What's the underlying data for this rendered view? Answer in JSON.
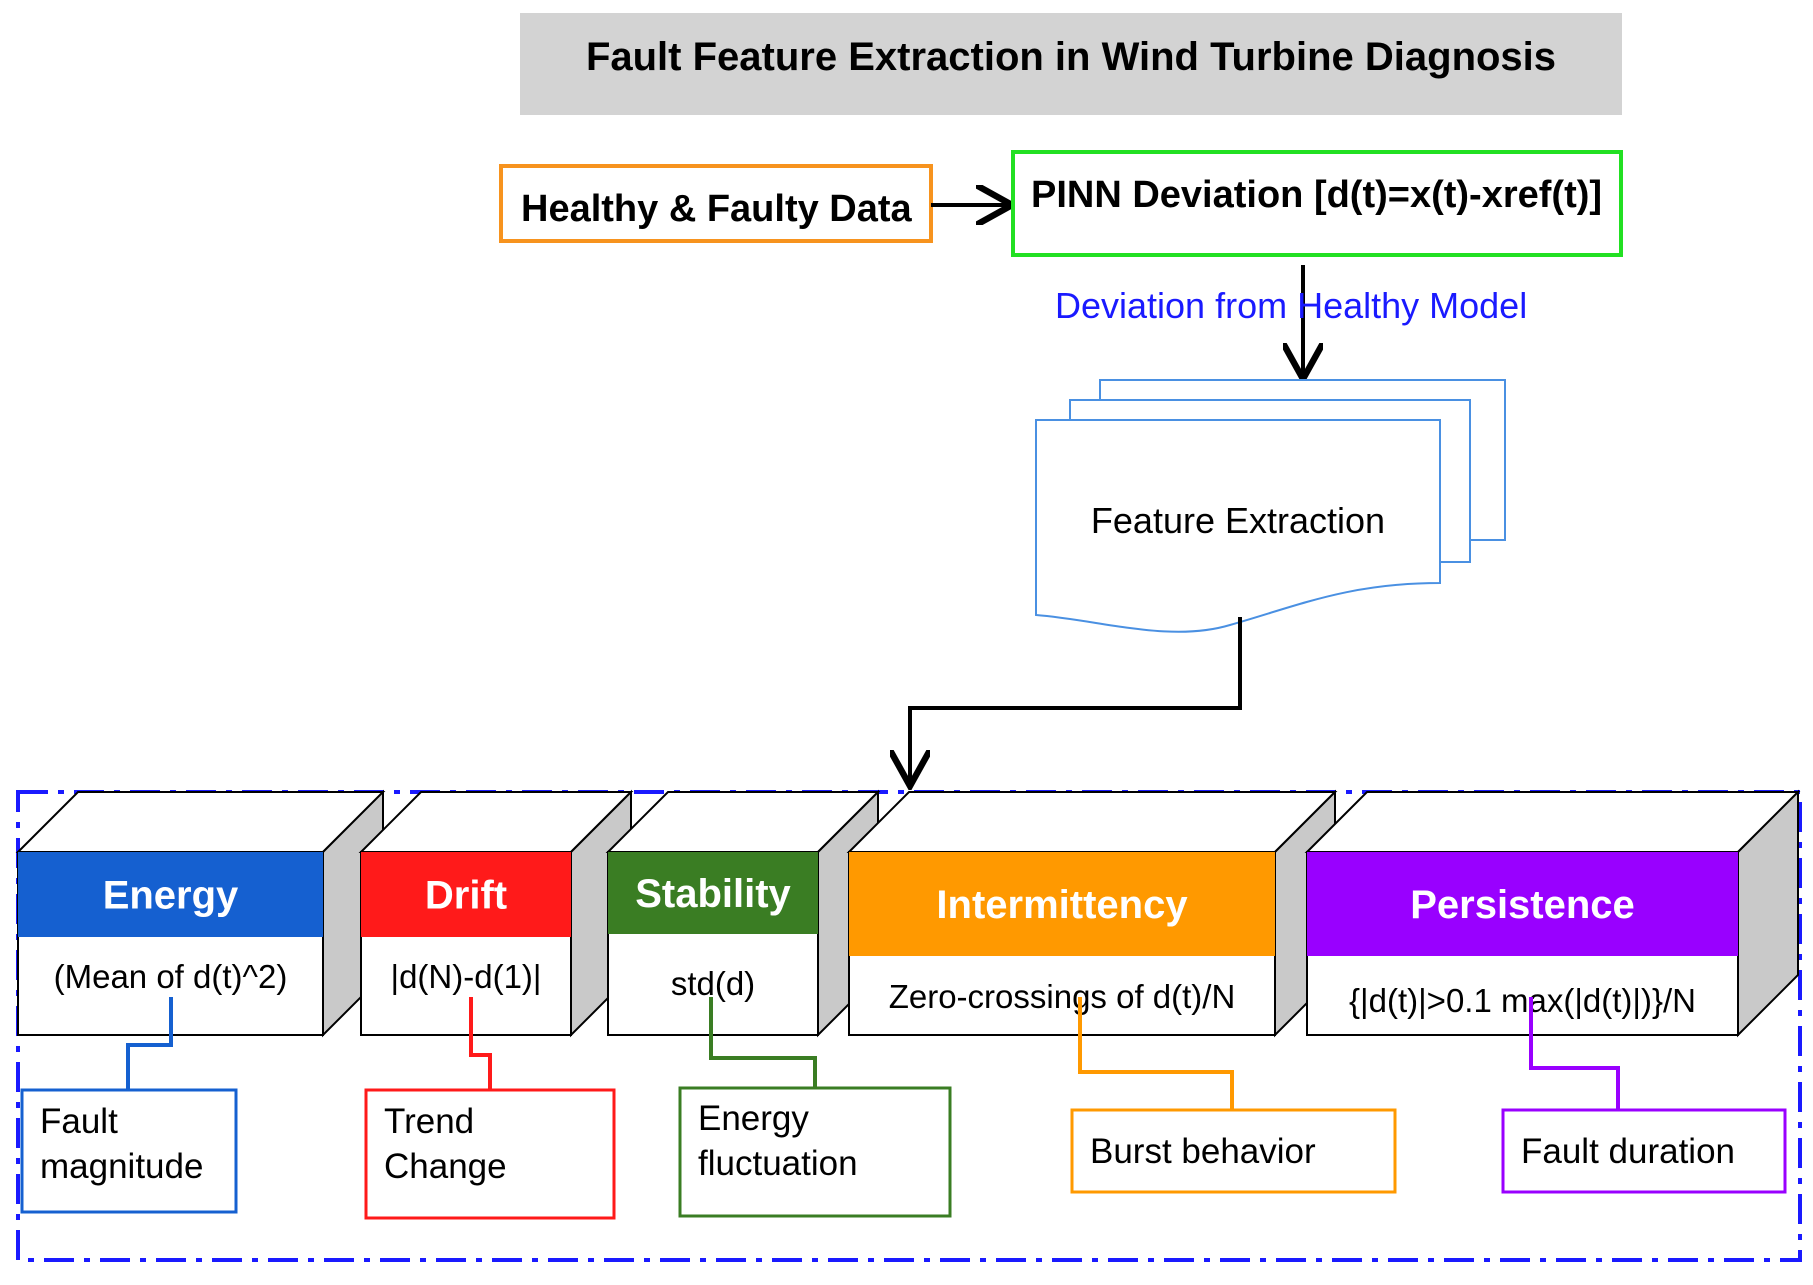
{
  "title": "Fault Feature Extraction in Wind Turbine Diagnosis",
  "input_box": {
    "label": "Healthy & Faulty Data",
    "color": "#f7931e"
  },
  "pinn_box": {
    "label": "PINN Deviation [d(t)=x(t)-xref(t)]",
    "color": "#22e022"
  },
  "edge_label": {
    "text": "Deviation from Healthy Model",
    "color": "#1a1aff"
  },
  "feature_doc": {
    "label": "Feature Extraction",
    "color": "#4a90e2"
  },
  "group_border_color": "#1a1aff",
  "features": [
    {
      "id": "energy",
      "name": "Energy",
      "formula": "(Mean of d(t)^2)",
      "note_lines": [
        "Fault",
        "magnitude"
      ],
      "color": "#1560d0"
    },
    {
      "id": "drift",
      "name": "Drift",
      "formula": "|d(N)-d(1)|",
      "note_lines": [
        "Trend",
        "Change"
      ],
      "color": "#ff1a1a"
    },
    {
      "id": "stability",
      "name": "Stability",
      "formula": "std(d)",
      "note_lines": [
        "Energy",
        "fluctuation"
      ],
      "color": "#3a7d23"
    },
    {
      "id": "intermittency",
      "name": "Intermittency",
      "formula": "Zero-crossings of d(t)/N",
      "note_lines": [
        "Burst behavior"
      ],
      "color": "#ff9900"
    },
    {
      "id": "persistence",
      "name": "Persistence",
      "formula": "{|d(t)|>0.1 max(|d(t)|)}/N",
      "note_lines": [
        "Fault duration"
      ],
      "color": "#9900ff"
    }
  ]
}
